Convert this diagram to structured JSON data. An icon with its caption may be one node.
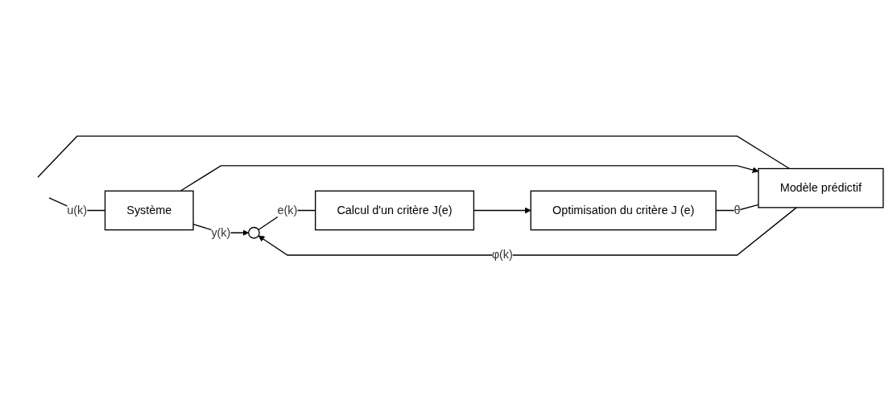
{
  "diagram": {
    "nodes": [
      {
        "text": [
          "Système"
        ]
      },
      {
        "text": [
          "Modèle prédictif"
        ]
      },
      {
        "text": [],
        "shape": "circle"
      },
      {
        "text": [
          "Calcul d'un critère J(e)"
        ]
      },
      {
        "text": [
          "Optimisation du critère J (e)"
        ]
      }
    ],
    "edges": [
      {
        "from": null,
        "to": 0,
        "arrow": "none",
        "label": "u(k)"
      },
      {
        "from": null,
        "to": 1,
        "arrow": "none"
      },
      {
        "from": 0,
        "to": 2,
        "arrow": "to",
        "label": "y(k)"
      },
      {
        "from": 0,
        "to": 1,
        "arrow": "to"
      },
      {
        "from": 1,
        "to": 2,
        "arrow": "to",
        "label": "φ(k)"
      },
      {
        "from": 2,
        "to": 3,
        "arrow": "none",
        "label": "e(k)"
      },
      {
        "from": 3,
        "to": 4,
        "arrow": "to"
      },
      {
        "from": 4,
        "to": 1,
        "arrow": "none",
        "label": "θ"
      }
    ]
  }
}
